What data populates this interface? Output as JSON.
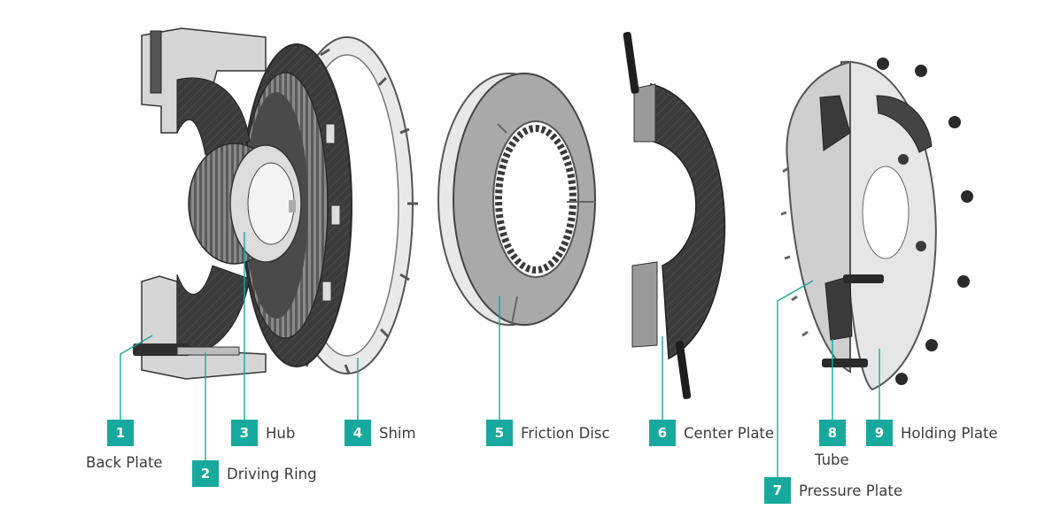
{
  "accent_color": "#17a99d",
  "components": [
    {
      "number": "1",
      "label": "Back Plate",
      "icon": "back-plate"
    },
    {
      "number": "2",
      "label": "Driving Ring",
      "icon": "driving-ring"
    },
    {
      "number": "3",
      "label": "Hub",
      "icon": "hub"
    },
    {
      "number": "4",
      "label": "Shim",
      "icon": "shim"
    },
    {
      "number": "5",
      "label": "Friction Disc",
      "icon": "friction-disc"
    },
    {
      "number": "6",
      "label": "Center Plate",
      "icon": "center-plate"
    },
    {
      "number": "7",
      "label": "Pressure Plate",
      "icon": "pressure-plate"
    },
    {
      "number": "8",
      "label": "Tube",
      "icon": "tube"
    },
    {
      "number": "9",
      "label": "Holding Plate",
      "icon": "holding-plate"
    }
  ]
}
